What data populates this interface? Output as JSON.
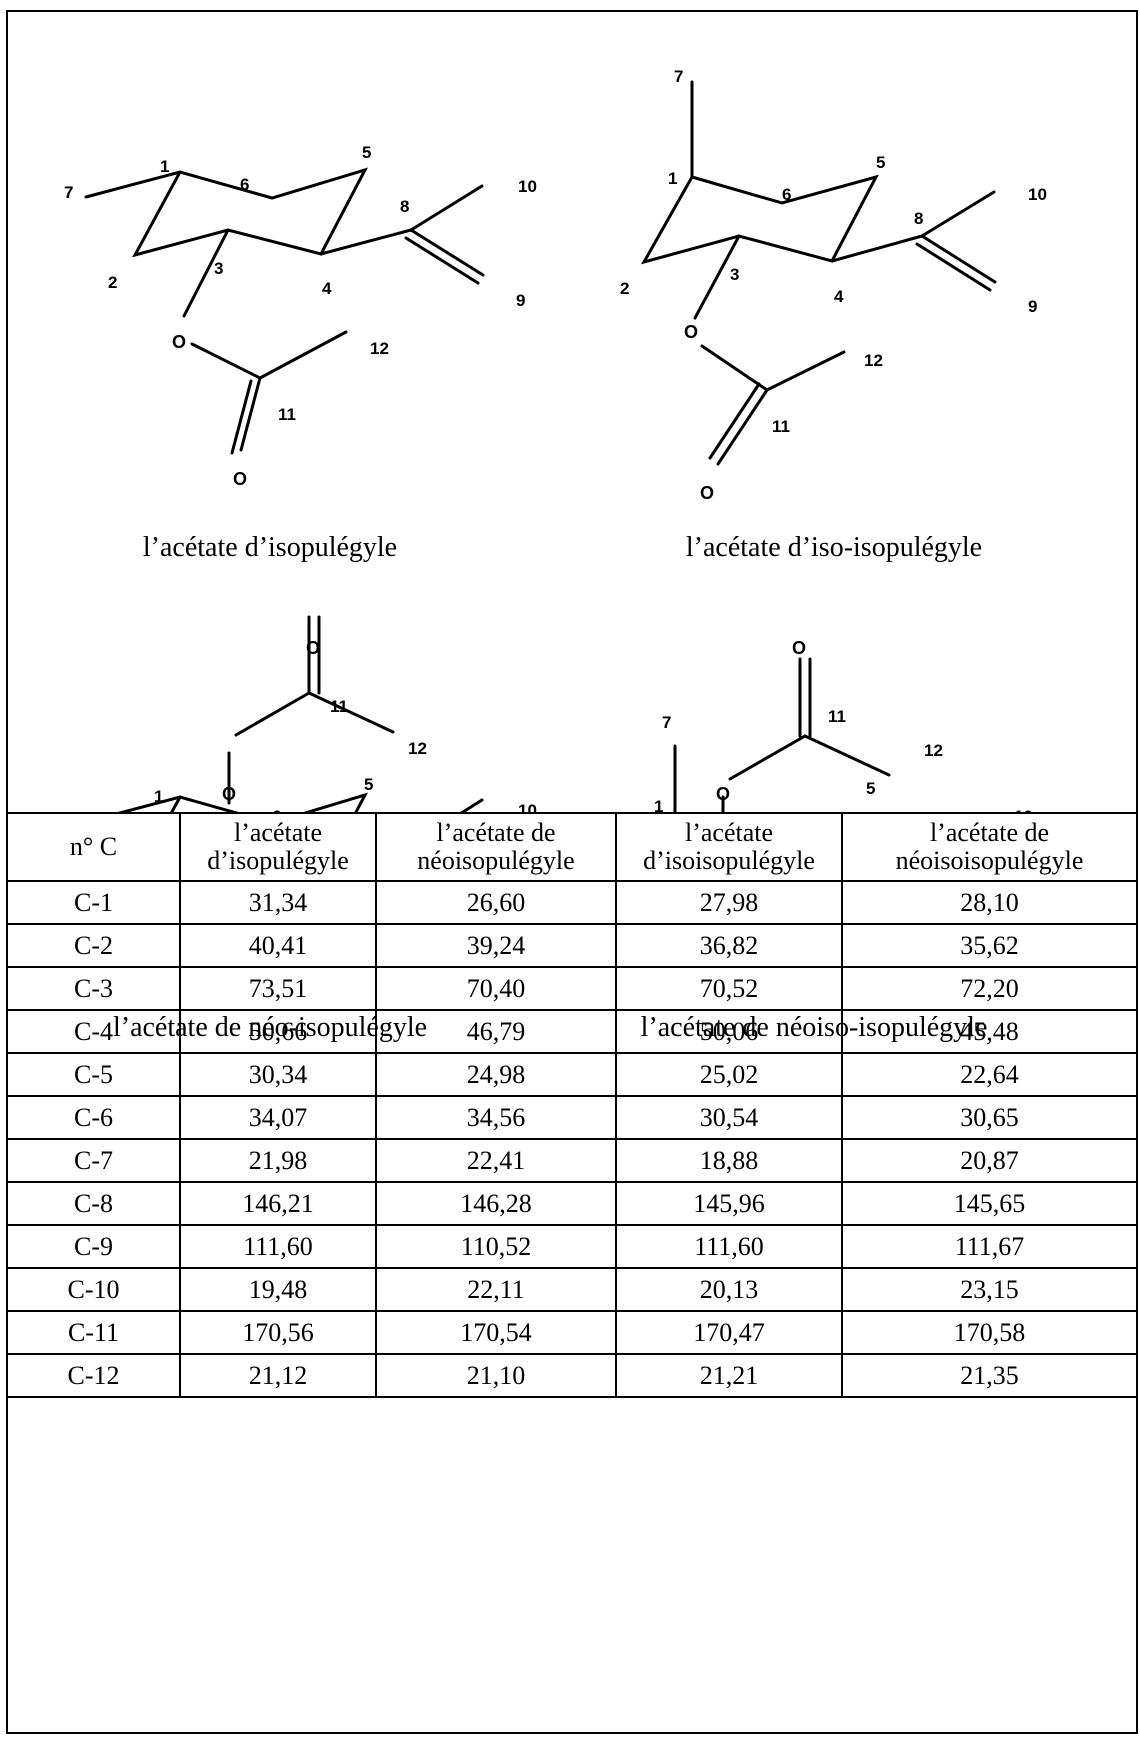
{
  "structures": {
    "names": [
      "l’acétate d’isopulégyle",
      "l’acétate d’iso-isopulégyle",
      "l’acétate de néo-isopulégyle",
      "l’acétate de néoiso-isopulégyle"
    ],
    "atom_oxygen": "O",
    "numbers": [
      "1",
      "2",
      "3",
      "4",
      "5",
      "6",
      "7",
      "8",
      "9",
      "10",
      "11",
      "12"
    ]
  },
  "table": {
    "headers": [
      [
        "n° C"
      ],
      [
        "l’acétate",
        "d’isopulégyle"
      ],
      [
        "l’acétate de",
        "néoisopulégyle"
      ],
      [
        "l’acétate",
        "d’isoisopulégyle"
      ],
      [
        "l’acétate de",
        "néoisoisopulégyle"
      ]
    ],
    "rows": [
      [
        "C-1",
        "31,34",
        "26,60",
        "27,98",
        "28,10"
      ],
      [
        "C-2",
        "40,41",
        "39,24",
        "36,82",
        "35,62"
      ],
      [
        "C-3",
        "73,51",
        "70,40",
        "70,52",
        "72,20"
      ],
      [
        "C-4",
        "50,66",
        "46,79",
        "50,06",
        "45,48"
      ],
      [
        "C-5",
        "30,34",
        "24,98",
        "25,02",
        "22,64"
      ],
      [
        "C-6",
        "34,07",
        "34,56",
        "30,54",
        "30,65"
      ],
      [
        "C-7",
        "21,98",
        "22,41",
        "18,88",
        "20,87"
      ],
      [
        "C-8",
        "146,21",
        "146,28",
        "145,96",
        "145,65"
      ],
      [
        "C-9",
        "111,60",
        "110,52",
        "111,60",
        "111,67"
      ],
      [
        "C-10",
        "19,48",
        "22,11",
        "20,13",
        "23,15"
      ],
      [
        "C-11",
        "170,56",
        "170,54",
        "170,47",
        "170,58"
      ],
      [
        "C-12",
        "21,12",
        "21,10",
        "21,21",
        "21,35"
      ]
    ]
  }
}
